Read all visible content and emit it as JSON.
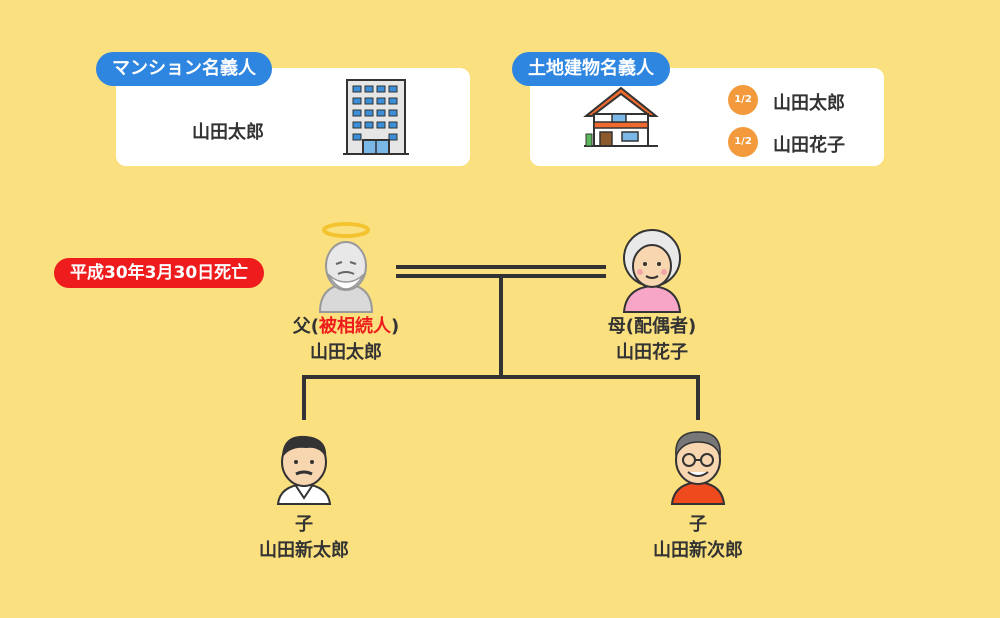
{
  "mansion": {
    "pill_label": "マンション名義人",
    "owner": "山田太郎",
    "icon": "apartment-building-icon"
  },
  "land": {
    "pill_label": "土地建物名義人",
    "icon": "house-icon",
    "owners": [
      {
        "share": "1/2",
        "name": "山田太郎"
      },
      {
        "share": "1/2",
        "name": "山田花子"
      }
    ]
  },
  "death_label": "平成30年3月30日死亡",
  "father": {
    "role_prefix": "父(",
    "role_highlight": "被相続人",
    "role_suffix": ")",
    "name": "山田太郎",
    "icon": "deceased-father-angel-icon"
  },
  "mother": {
    "role": "母(配偶者)",
    "name": "山田花子",
    "icon": "elderly-mother-icon"
  },
  "child1": {
    "role": "子",
    "name": "山田新太郎",
    "icon": "son-icon"
  },
  "child2": {
    "role": "子",
    "name": "山田新次郎",
    "icon": "son-with-glasses-icon"
  },
  "colors": {
    "background": "#fbe07f",
    "pill_blue": "#2f86e0",
    "death_red": "#ee1c1c",
    "badge_orange": "#f39a3c",
    "line": "#333333"
  }
}
